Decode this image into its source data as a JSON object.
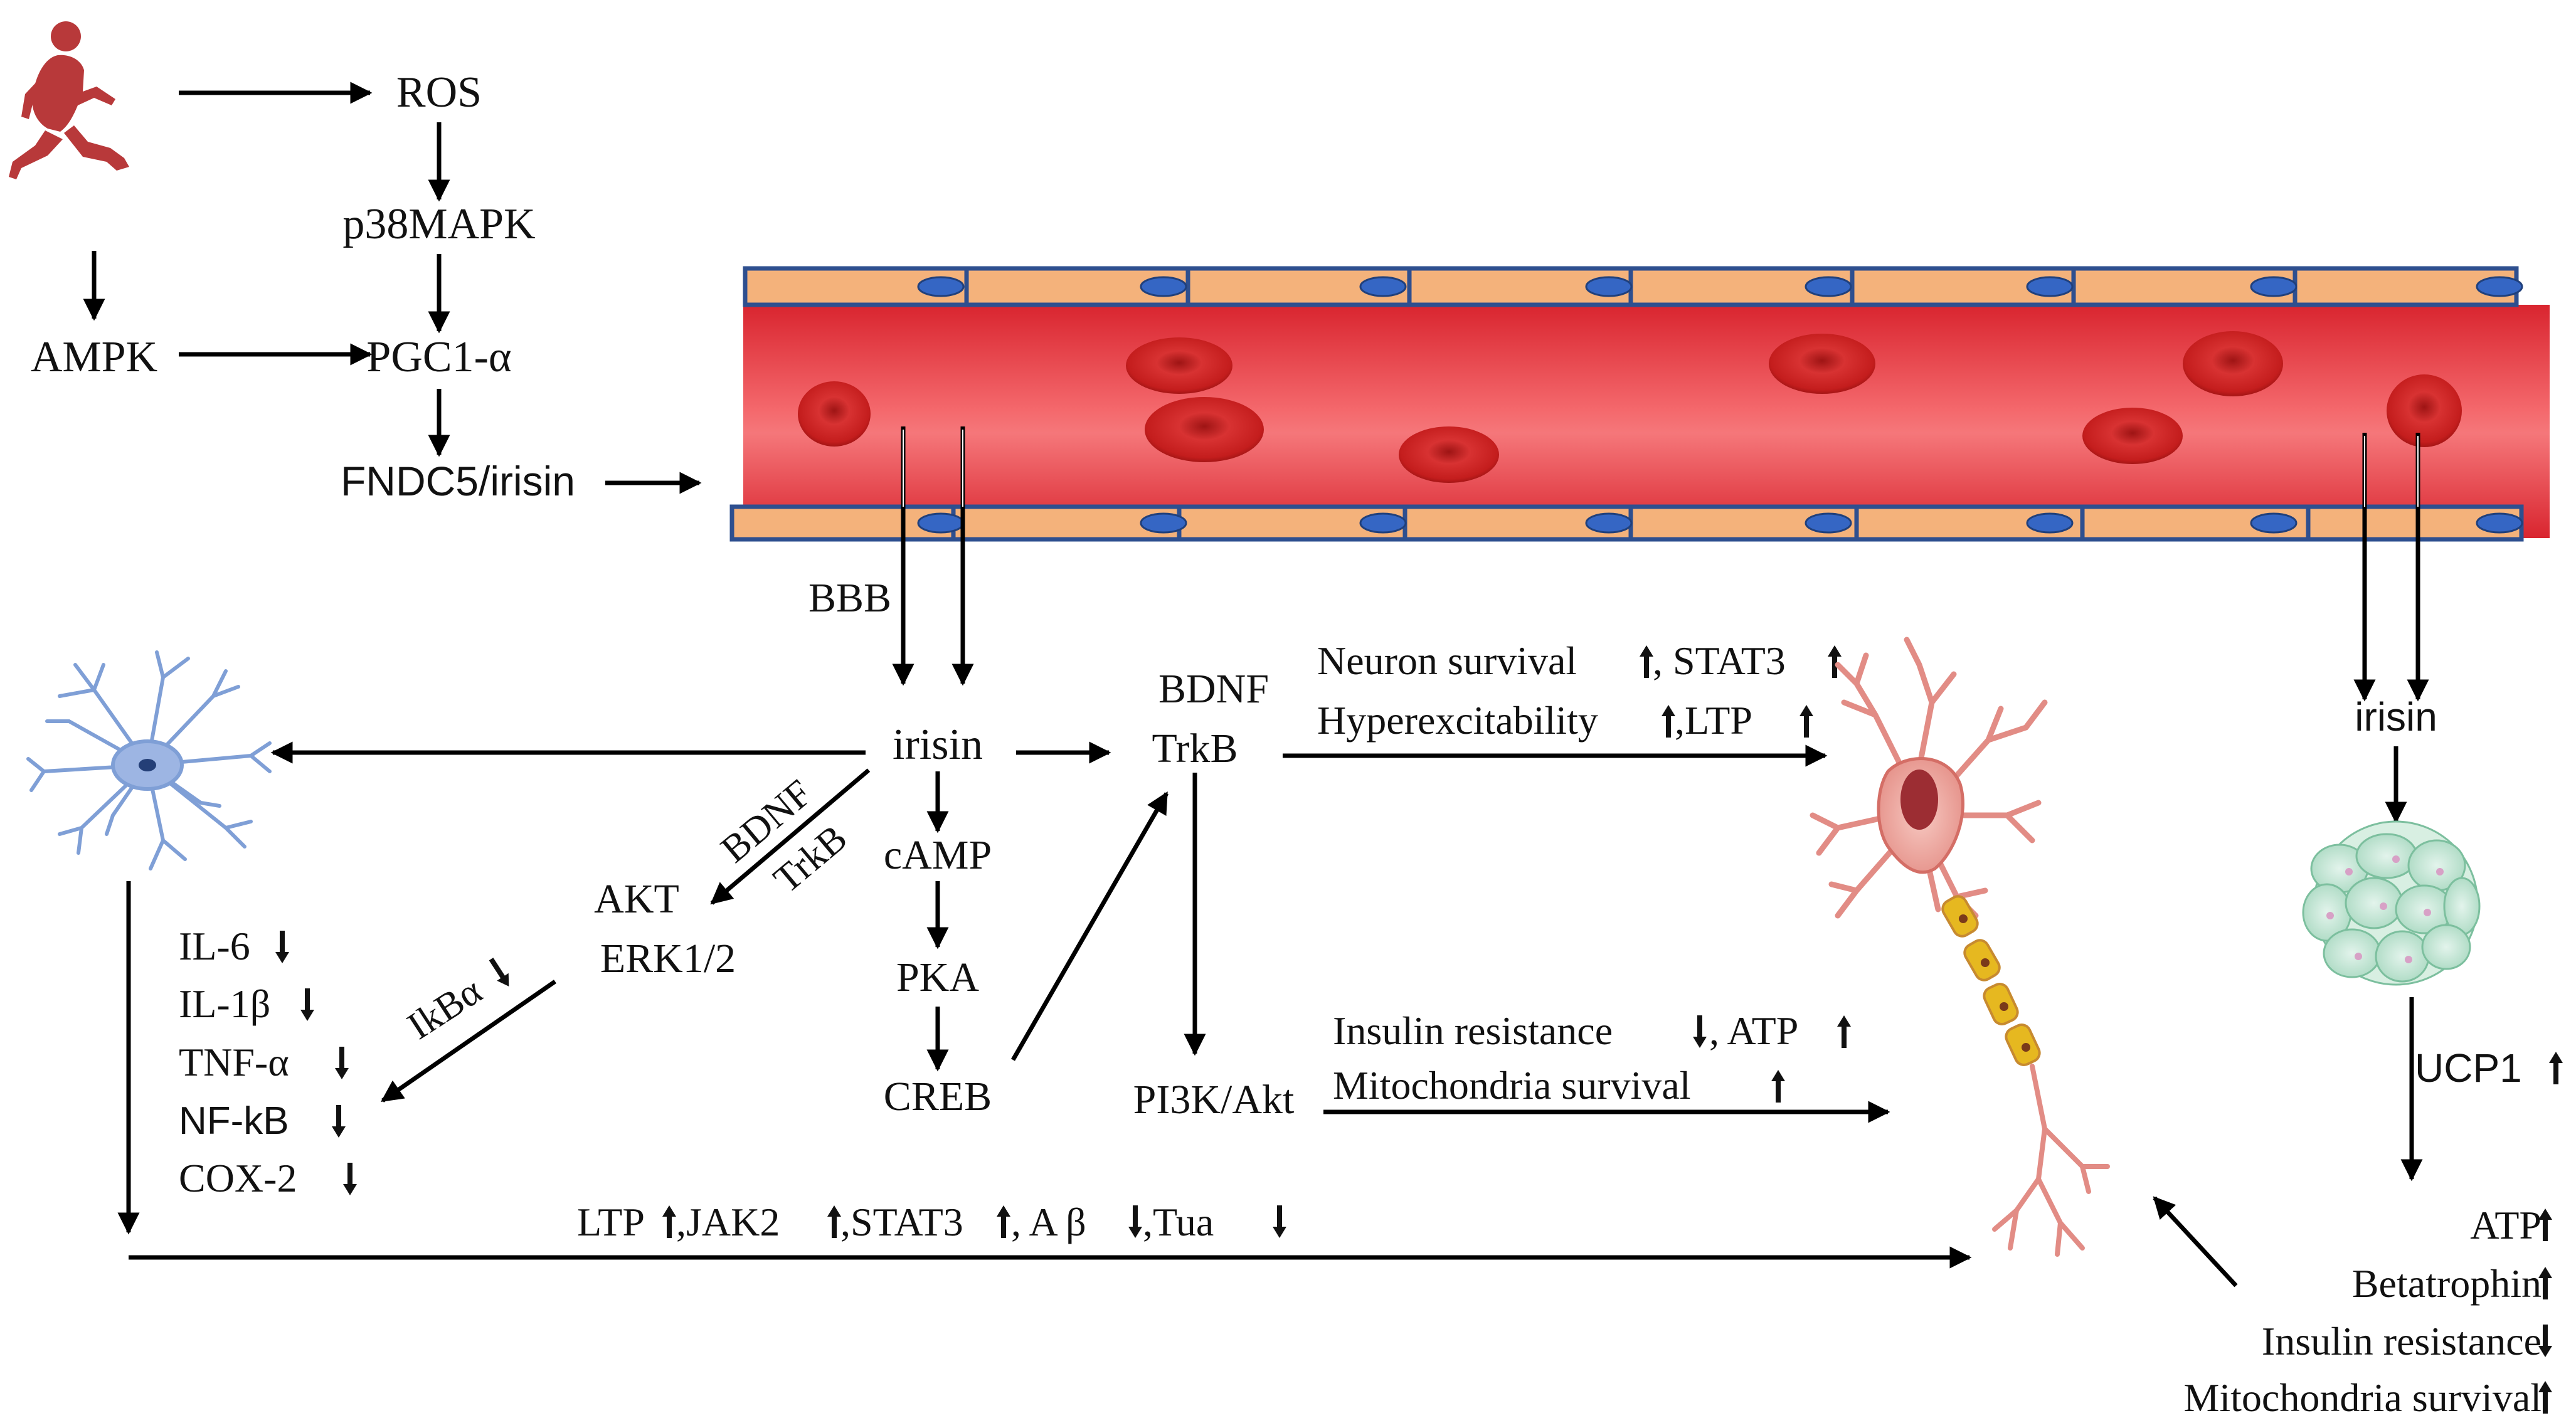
{
  "pathway": {
    "ros": "ROS",
    "p38mapk": "p38MAPK",
    "ampk": "AMPK",
    "pgc1a": "PGC1-α",
    "fndc5": "FNDC5/irisin"
  },
  "barrier": {
    "bbb": "BBB"
  },
  "center": {
    "irisin": "irisin",
    "bdnf_diag": "BDNF",
    "trkb_diag": "TrkB",
    "akt": "AKT",
    "erk": "ERK1/2",
    "ikba": "IkBα",
    "camp": "cAMP",
    "pka": "PKA",
    "creb": "CREB",
    "bdnf": "BDNF",
    "trkb": "TrkB",
    "pi3k": "PI3K/Akt"
  },
  "inflammation": [
    "IL-6",
    "IL-1β",
    "TNF-α",
    "NF-kB",
    "COX-2"
  ],
  "neuron_effects": {
    "line1": "Neuron survival",
    "line1b": ", STAT3",
    "line2": "Hyperexcitability",
    "line2b": " ,LTP",
    "line3": "Insulin resistance ",
    "line3b": ", ATP ",
    "line4": "Mitochondria survival"
  },
  "bottom_line": {
    "p1": "LTP",
    "p2": ",JAK2 ",
    "p3": ",STAT3",
    "p4": ", A β ",
    "p5": ",Tua "
  },
  "right": {
    "irisin": "irisin",
    "ucp1": "UCP1",
    "outcomes": [
      "ATP ",
      "Betatrophin ",
      "Insulin resistance ",
      "Mitochondria survival"
    ]
  },
  "colors": {
    "vessel_wall": "#f4b27b",
    "vessel_border": "#2e4f8f",
    "nucleus": "#3566c4",
    "blood": "#e8353d",
    "rbc": "#c81e1e",
    "runner": "#b8393a",
    "astrocyte": "#7f9fd6",
    "neuron": "#e8a49e",
    "myelin": "#e6b820",
    "adipocyte": "#bfe4d0"
  },
  "icons": {
    "runner": "runner-icon",
    "astrocyte": "astrocyte-icon",
    "neuron": "neuron-icon",
    "adipocyte": "adipocyte-cluster-icon",
    "up": "up-arrow-icon",
    "down": "down-arrow-icon"
  }
}
